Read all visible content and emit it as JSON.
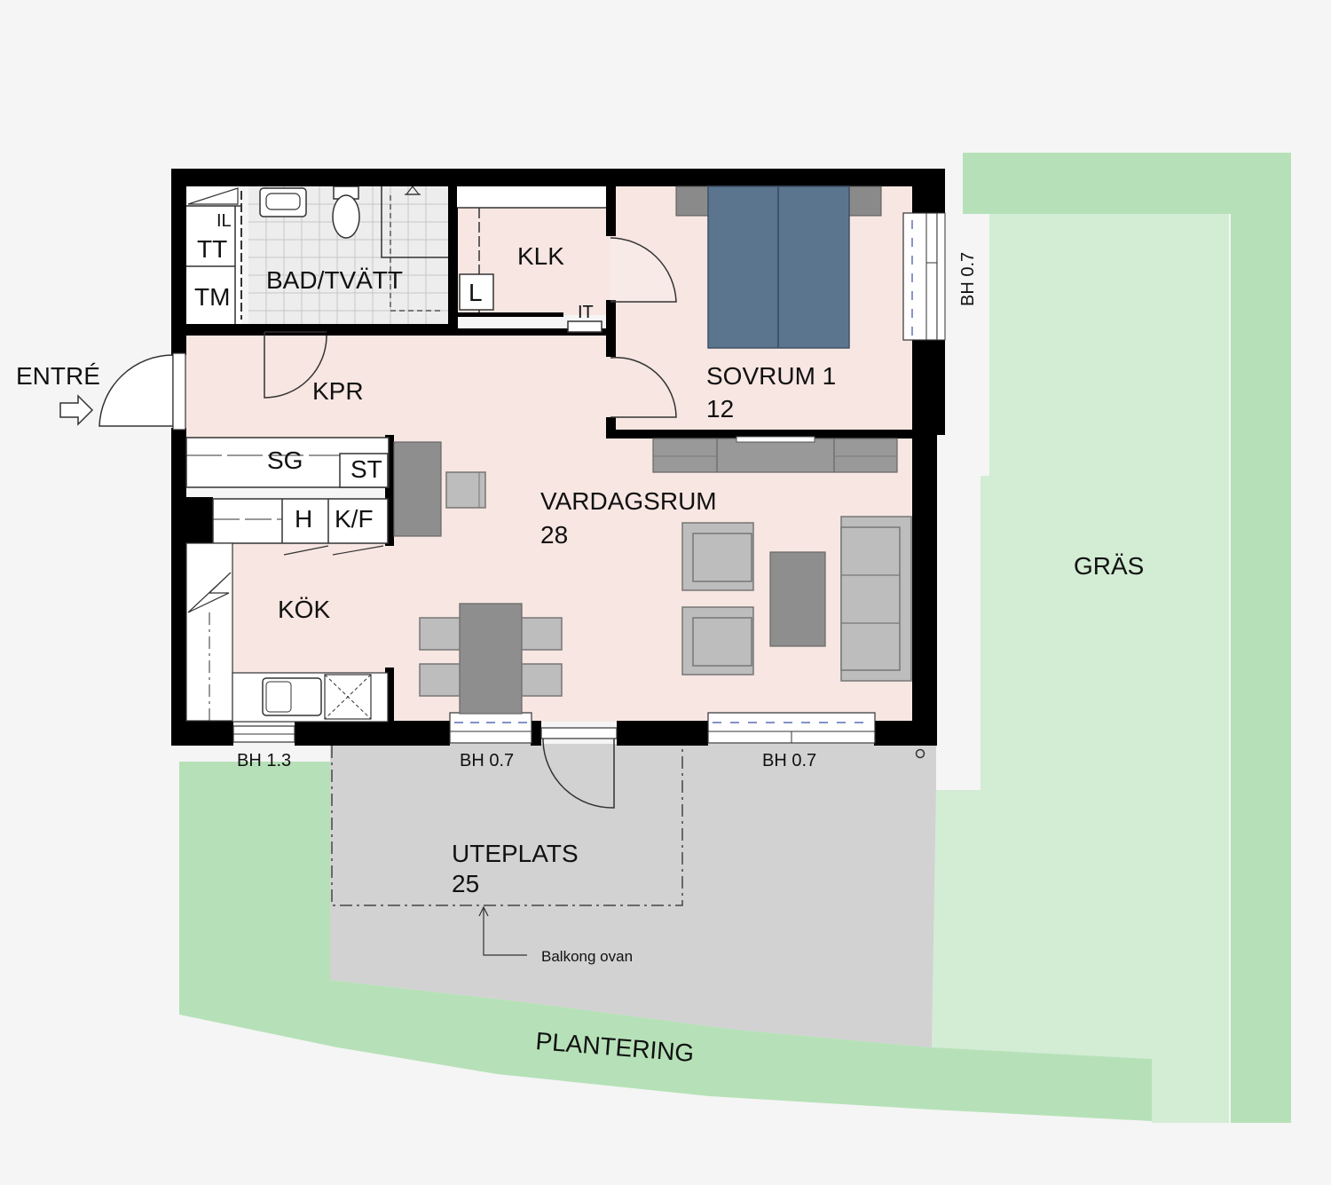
{
  "colors": {
    "background": "#f5f5f5",
    "room_fill": "#f7e6e1",
    "wet_room_fill": "#ededed",
    "grass_light": "#d3ecd4",
    "grass_dark": "#b6e1b8",
    "patio": "#d2d2d2",
    "wall": "#000000",
    "bed_blue": "#5c758f",
    "furniture_grey": "#bdbdbd",
    "table_dark": "#8e8e8e"
  },
  "rooms": {
    "bad_tvatt": "BAD/TVÄTT",
    "klk": "KLK",
    "sovrum": {
      "name": "SOVRUM 1",
      "area": "12"
    },
    "kpr": "KPR",
    "vardagsrum": {
      "name": "VARDAGSRUM",
      "area": "28"
    },
    "kok": "KÖK",
    "uteplats": {
      "name": "UTEPLATS",
      "area": "25"
    }
  },
  "fixtures": {
    "il": "IL",
    "tt": "TT",
    "tm": "TM",
    "l": "L",
    "it": "IT",
    "sg": "SG",
    "st": "ST",
    "h": "H",
    "kf": "K/F"
  },
  "windows": {
    "bh_kitchen": "BH 1.3",
    "bh_dining": "BH 0.7",
    "bh_living": "BH 0.7",
    "bh_bedroom": "BH 0.7"
  },
  "outdoor": {
    "entre": "ENTRÉ",
    "gras": "GRÄS",
    "plantering": "PLANTERING",
    "balkong": "Balkong ovan"
  }
}
